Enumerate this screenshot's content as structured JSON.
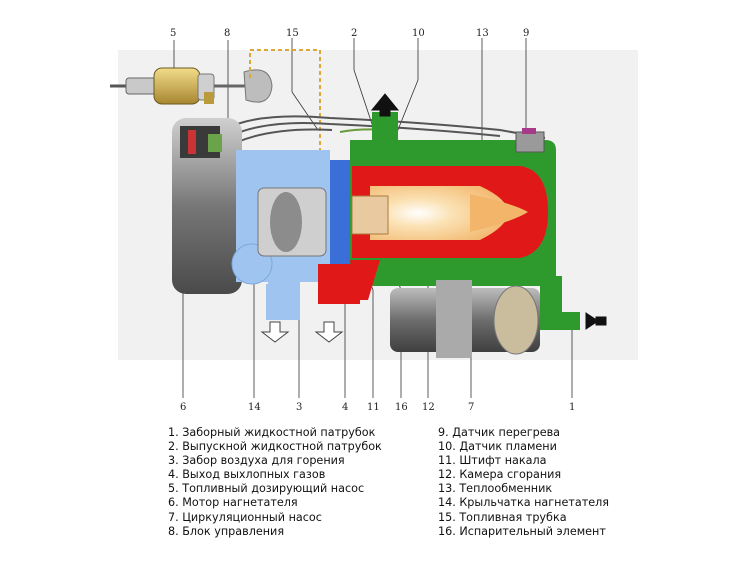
{
  "callouts": {
    "top": [
      "5",
      "8",
      "15",
      "2",
      "10",
      "13",
      "9"
    ],
    "bottom": [
      "6",
      "14",
      "3",
      "4",
      "11",
      "16",
      "12",
      "7",
      "1"
    ]
  },
  "legend": {
    "left": [
      "1. Заборный жидкостной патрубок",
      "2. Выпускной жидкостной патрубок",
      "3. Забор воздуха для горения",
      "4. Выход выхлопных газов",
      "5. Топливный дозирующий насос",
      "6. Мотор нагнетателя",
      "7. Циркуляционный насос",
      "8. Блок управления"
    ],
    "right": [
      "9. Датчик перегрева",
      "10. Датчик пламени",
      "11. Штифт накала",
      "12. Камера сгорания",
      "13. Теплообменник",
      "14. Крыльчатка нагнетателя",
      "15. Топливная трубка",
      "16. Испарительный элемент"
    ]
  },
  "colors": {
    "coolant": "#2e9a2e",
    "combustion": "#e01818",
    "air": "#3a6fd8",
    "air_light": "#9ec4ef",
    "flame": "#f5c888",
    "metal": "#8a8a8a",
    "background_panel": "#f1f1f1"
  }
}
